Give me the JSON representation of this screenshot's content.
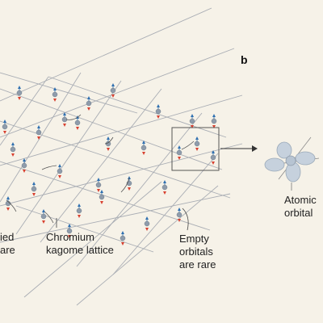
{
  "panel_label": "b",
  "labels": {
    "occupied_line1": "ied",
    "occupied_line2": "are",
    "chromium_line1": "Chromium",
    "chromium_line2": "kagome lattice",
    "empty_line1": "Empty",
    "empty_line2": "orbitals",
    "empty_line3": "are rare",
    "atomic_line1": "Atomic",
    "atomic_line2": "orbital"
  },
  "colors": {
    "background": "#f6f2e8",
    "lattice_line": "#a9adb4",
    "atom": "#8f9cab",
    "spin_up": "#2f6fb0",
    "spin_down": "#d8402f",
    "orbital_lobe": "#c6d1dd",
    "box": "#555555"
  },
  "icons": [
    "spin-up-arrow-icon",
    "spin-down-arrow-icon",
    "curved-pointer-arrow-icon",
    "atomic-orbital-lobes-icon",
    "arrow-right-icon"
  ]
}
